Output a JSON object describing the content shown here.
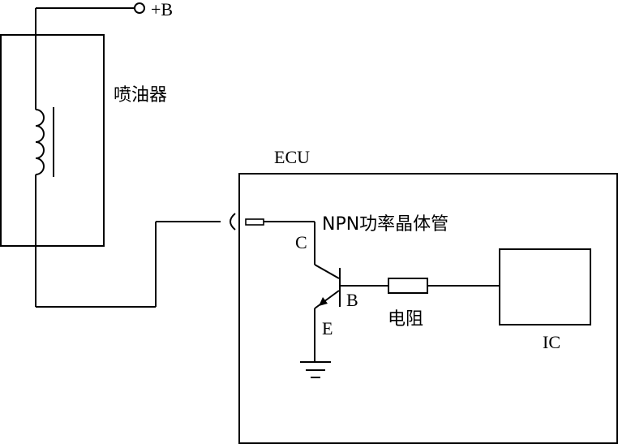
{
  "labels": {
    "supply": "+B",
    "injector": "喷油器",
    "ecu": "ECU",
    "transistor": "NPN功率晶体管",
    "collector": "C",
    "base": "B",
    "emitter": "E",
    "resistor": "电阻",
    "ic": "IC"
  }
}
